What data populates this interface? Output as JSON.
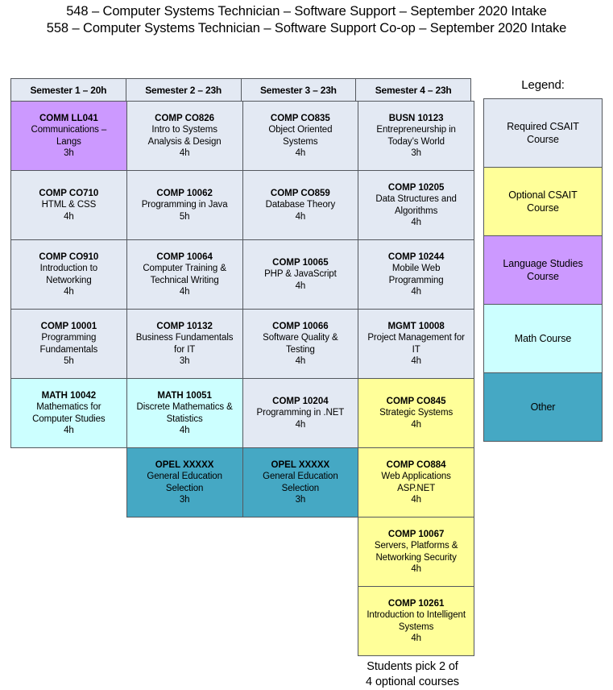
{
  "title": {
    "line1": "548 – Computer Systems Technician – Software Support – September 2020 Intake",
    "line2": "558 – Computer Systems Technician – Software Support Co-op – September 2020 Intake"
  },
  "colors": {
    "required": "#E3E9F3",
    "optional": "#FFFF99",
    "language": "#CC99FF",
    "math": "#CCFFFF",
    "other": "#45A8C4",
    "border": "#54585E"
  },
  "headers": [
    {
      "label": "Semester 1 – 20h"
    },
    {
      "label": "Semester 2 – 23h"
    },
    {
      "label": "Semester 3 – 23h"
    },
    {
      "label": "Semester 4 – 23h"
    }
  ],
  "columns": [
    {
      "semester": "Semester 1 – 20h",
      "courses": [
        {
          "code": "COMM LL041",
          "name1": "Communications –",
          "name2": "Langs",
          "hours": "3h",
          "type": "language"
        },
        {
          "code": "COMP CO710",
          "name1": "HTML & CSS",
          "name2": "",
          "hours": "4h",
          "type": "required"
        },
        {
          "code": "COMP CO910",
          "name1": "Introduction to",
          "name2": "Networking",
          "hours": "4h",
          "type": "required"
        },
        {
          "code": "COMP 10001",
          "name1": "Programming",
          "name2": "Fundamentals",
          "hours": "5h",
          "type": "required"
        },
        {
          "code": "MATH 10042",
          "name1": "Mathematics for",
          "name2": "Computer Studies",
          "hours": "4h",
          "type": "math"
        }
      ]
    },
    {
      "semester": "Semester 2 – 23h",
      "courses": [
        {
          "code": "COMP CO826",
          "name1": "Intro to Systems",
          "name2": "Analysis & Design",
          "hours": "4h",
          "type": "required"
        },
        {
          "code": "COMP 10062",
          "name1": "Programming in Java",
          "name2": "",
          "hours": "5h",
          "type": "required"
        },
        {
          "code": "COMP 10064",
          "name1": "Computer Training &",
          "name2": "Technical Writing",
          "hours": "4h",
          "type": "required"
        },
        {
          "code": "COMP 10132",
          "name1": "Business Fundamentals",
          "name2": "for IT",
          "hours": "3h",
          "type": "required"
        },
        {
          "code": "MATH 10051",
          "name1": "Discrete Mathematics &",
          "name2": "Statistics",
          "hours": "4h",
          "type": "math"
        },
        {
          "code": "OPEL XXXXX",
          "name1": "General Education",
          "name2": "Selection",
          "hours": "3h",
          "type": "other"
        }
      ]
    },
    {
      "semester": "Semester 3 – 23h",
      "courses": [
        {
          "code": "COMP CO835",
          "name1": "Object Oriented",
          "name2": "Systems",
          "hours": "4h",
          "type": "required"
        },
        {
          "code": "COMP CO859",
          "name1": "Database Theory",
          "name2": "",
          "hours": "4h",
          "type": "required"
        },
        {
          "code": "COMP 10065",
          "name1": "PHP & JavaScript",
          "name2": "",
          "hours": "4h",
          "type": "required"
        },
        {
          "code": "COMP 10066",
          "name1": "Software Quality &",
          "name2": "Testing",
          "hours": "4h",
          "type": "required"
        },
        {
          "code": "COMP 10204",
          "name1": "Programming in .NET",
          "name2": "",
          "hours": "4h",
          "type": "required"
        },
        {
          "code": "OPEL XXXXX",
          "name1": "General Education",
          "name2": "Selection",
          "hours": "3h",
          "type": "other"
        }
      ]
    },
    {
      "semester": "Semester 4 – 23h",
      "courses": [
        {
          "code": "BUSN 10123",
          "name1": "Entrepreneurship in",
          "name2": "Today’s World",
          "hours": "3h",
          "type": "required"
        },
        {
          "code": "COMP 10205",
          "name1": "Data Structures and",
          "name2": "Algorithms",
          "hours": "4h",
          "type": "required"
        },
        {
          "code": "COMP 10244",
          "name1": "Mobile Web",
          "name2": "Programming",
          "hours": "4h",
          "type": "required"
        },
        {
          "code": "MGMT 10008",
          "name1": "Project Management for",
          "name2": "IT",
          "hours": "4h",
          "type": "required"
        },
        {
          "code": "COMP CO845",
          "name1": "Strategic Systems",
          "name2": "",
          "hours": "4h",
          "type": "optional"
        },
        {
          "code": "COMP CO884",
          "name1": "Web Applications",
          "name2": "ASP.NET",
          "hours": "4h",
          "type": "optional"
        },
        {
          "code": "COMP 10067",
          "name1": "Servers, Platforms &",
          "name2": "Networking Security",
          "hours": "4h",
          "type": "optional"
        },
        {
          "code": "COMP 10261",
          "name1": "Introduction to Intelligent",
          "name2": "Systems",
          "hours": "4h",
          "type": "optional"
        }
      ]
    }
  ],
  "footnote": {
    "line1": "Students pick 2 of",
    "line2": "4 optional courses"
  },
  "legend": {
    "title": "Legend:",
    "items": [
      {
        "label1": "Required CSAIT",
        "label2": "Course",
        "type": "required"
      },
      {
        "label1": "Optional CSAIT",
        "label2": "Course",
        "type": "optional"
      },
      {
        "label1": "Language Studies",
        "label2": "Course",
        "type": "language"
      },
      {
        "label1": "Math Course",
        "label2": "",
        "type": "math"
      },
      {
        "label1": "Other",
        "label2": "",
        "type": "other"
      }
    ]
  }
}
